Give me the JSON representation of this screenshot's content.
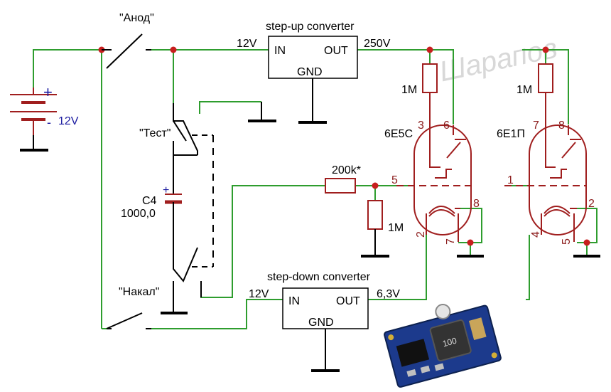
{
  "switches": {
    "anode_label": "\"Анод\"",
    "test_label": "\"Тест\"",
    "heater_label": "\"Накал\""
  },
  "battery": {
    "voltage": "12V",
    "plus": "+",
    "minus": "-"
  },
  "capacitor": {
    "name": "C4",
    "value": "1000,0",
    "plus": "+"
  },
  "step_up": {
    "title": "step-up converter",
    "in_label": "IN",
    "out_label": "OUT",
    "gnd_label": "GND",
    "in_voltage": "12V",
    "out_voltage": "250V"
  },
  "step_down": {
    "title": "step-down converter",
    "in_label": "IN",
    "out_label": "OUT",
    "gnd_label": "GND",
    "in_voltage": "12V",
    "out_voltage": "6,3V"
  },
  "resistors": {
    "r_anode_left": "1M",
    "r_anode_right": "1M",
    "r_grid_series": "200k*",
    "r_grid_leak": "1M"
  },
  "tube_left": {
    "name": "6Е5С",
    "pin_3": "3",
    "pin_6": "6",
    "pin_5": "5",
    "pin_8": "8",
    "pin_2": "2",
    "pin_7": "7"
  },
  "tube_right": {
    "name": "6Е1П",
    "pin_7": "7",
    "pin_8": "8",
    "pin_1": "1",
    "pin_2": "2",
    "pin_4": "4",
    "pin_5": "5"
  },
  "watermark": "Шарапов",
  "module_photo": {
    "marking": "100"
  },
  "colors": {
    "wire": "#2e9d2e",
    "component": "#a01e1e",
    "node": "#c81e1e",
    "label_blue": "#1a1aa0"
  }
}
